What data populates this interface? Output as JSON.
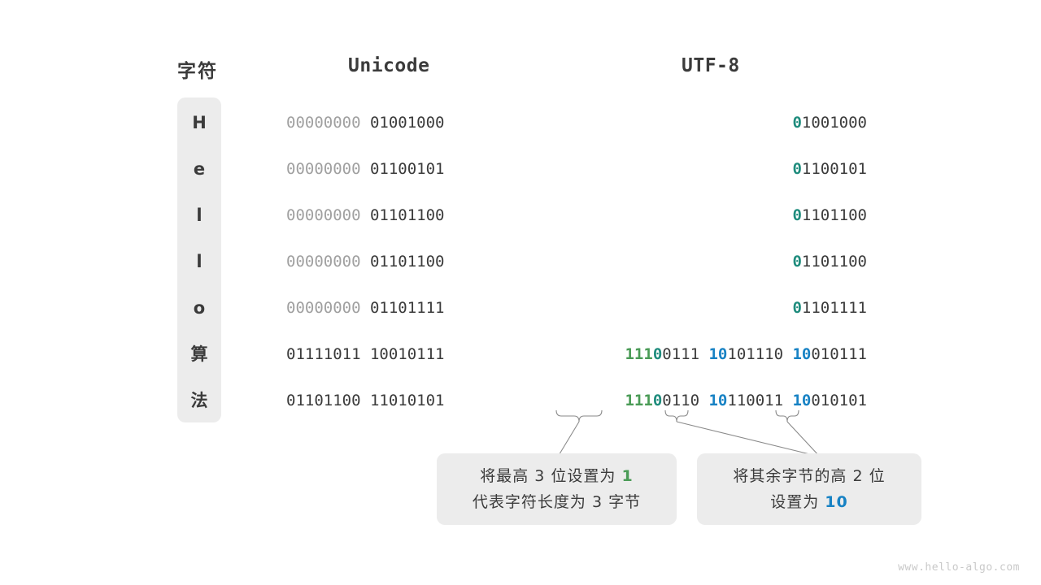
{
  "columns": {
    "char_header": "字符",
    "unicode_header": "Unicode",
    "utf8_header": "UTF-8"
  },
  "colors": {
    "dim": "#a0a0a0",
    "teal": "#1f8c7d",
    "green": "#4a9b56",
    "blue": "#1782c4",
    "text": "#3b3b3b",
    "panel": "#ececec"
  },
  "rows": [
    {
      "char": "H",
      "unicode_high": "00000000",
      "unicode_low": "01001000",
      "utf8_marker": "0",
      "utf8_rest": "1001000",
      "utf8_extra": ""
    },
    {
      "char": "e",
      "unicode_high": "00000000",
      "unicode_low": "01100101",
      "utf8_marker": "0",
      "utf8_rest": "1100101",
      "utf8_extra": ""
    },
    {
      "char": "l",
      "unicode_high": "00000000",
      "unicode_low": "01101100",
      "utf8_marker": "0",
      "utf8_rest": "1101100",
      "utf8_extra": ""
    },
    {
      "char": "l",
      "unicode_high": "00000000",
      "unicode_low": "01101100",
      "utf8_marker": "0",
      "utf8_rest": "1101100",
      "utf8_extra": ""
    },
    {
      "char": "o",
      "unicode_high": "00000000",
      "unicode_low": "01101111",
      "utf8_marker": "0",
      "utf8_rest": "1101111",
      "utf8_extra": ""
    },
    {
      "char": "算",
      "unicode_high": "01111011",
      "unicode_low": "10010111",
      "utf8_b1_green": "111",
      "utf8_b1_teal": "0",
      "utf8_b1_rest": "0111",
      "utf8_b2_blue": "10",
      "utf8_b2_rest": "101110",
      "utf8_b3_blue": "10",
      "utf8_b3_rest": "010111"
    },
    {
      "char": "法",
      "unicode_high": "01101100",
      "unicode_low": "11010101",
      "utf8_b1_green": "111",
      "utf8_b1_teal": "0",
      "utf8_b1_rest": "0110",
      "utf8_b2_blue": "10",
      "utf8_b2_rest": "110011",
      "utf8_b3_blue": "10",
      "utf8_b3_rest": "010101"
    }
  ],
  "notes": {
    "note1_line1_a": "将最高 3 位设置为 ",
    "note1_line1_b": "1",
    "note1_line2": "代表字符长度为 3 字节",
    "note2_line1": "将其余字节的高 2 位",
    "note2_line2_a": "设置为 ",
    "note2_line2_b": "10"
  },
  "watermark": "www.hello-algo.com"
}
